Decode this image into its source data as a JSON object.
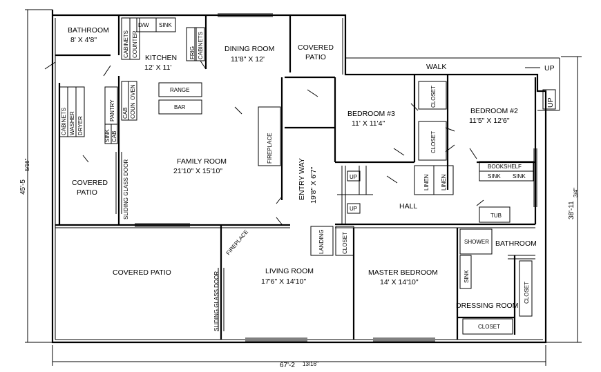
{
  "rooms": {
    "bathroom_top": {
      "name": "BATHROOM",
      "size": "8' X 4'8\""
    },
    "kitchen": {
      "name": "KITCHEN",
      "size": "12' X 11'"
    },
    "dining_room": {
      "name": "DINING ROOM",
      "size": "11'8\" X 12'"
    },
    "covered_patio_top": {
      "name": "COVERED",
      "name2": "PATIO"
    },
    "bedroom3": {
      "name": "BEDROOM #3",
      "size": "11' X 11'4\""
    },
    "bedroom2": {
      "name": "BEDROOM #2",
      "size": "11'5\" X 12'6\""
    },
    "family_room": {
      "name": "FAMILY ROOM",
      "size": "21'10\" X 15'10\""
    },
    "covered_patio_left": {
      "name": "COVERED",
      "name2": "PATIO"
    },
    "entry_way": {
      "name": "ENTRY WAY",
      "size": "19'8\" X 6'7\""
    },
    "hall": {
      "name": "HALL"
    },
    "covered_patio_bottom": {
      "name": "COVERED PATIO"
    },
    "living_room": {
      "name": "LIVING ROOM",
      "size": "17'6\" X 14'10\""
    },
    "master_bedroom": {
      "name": "MASTER BEDROOM",
      "size": "14' X 14'10\""
    },
    "bathroom_master": {
      "name": "BATHROOM"
    },
    "dressing_room": {
      "name": "DRESSING ROOM"
    }
  },
  "fixtures": {
    "dw": "D/W",
    "sink": "SINK",
    "cabinets": "CABINETS",
    "counter": "COUNTER",
    "frig": "FRIG",
    "range": "RANGE",
    "bar": "BAR",
    "cabinets_left": "CABINETS",
    "washer": "WASHER",
    "dryer": "DRYER",
    "pantry": "PANTRY",
    "oven": "OVEN",
    "cab": "CAB",
    "coun": "COUN",
    "sink_left": "SINK",
    "cab_left": "CAB",
    "sliding_glass_door": "SLIDING GLASS DOOR",
    "fireplace": "FIREPLACE",
    "closet": "CLOSET",
    "linen": "LINEN",
    "bookshelf": "BOOKSHELF",
    "tub": "TUB",
    "landing": "LANDING",
    "shower": "SHOWER",
    "up": "UP",
    "walk": "WALK"
  },
  "dimensions": {
    "overall_width": "67'-2",
    "overall_width_frac": "13/16\"",
    "overall_height": "45'-5",
    "overall_height_frac": "5/16\"",
    "right_height": "38'-11",
    "right_height_frac": "3/4\""
  }
}
